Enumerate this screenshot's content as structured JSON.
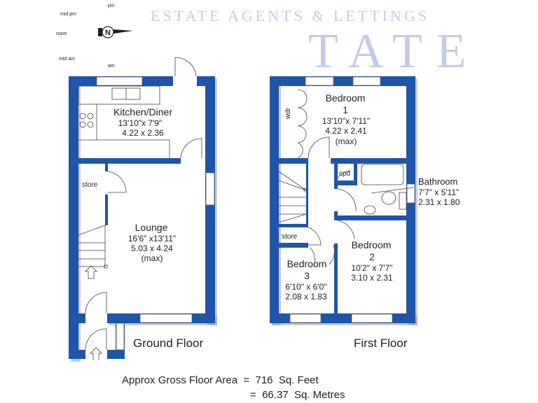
{
  "compass": {
    "labels": [
      "pm",
      "mid pm",
      "noon",
      "mid am",
      "am"
    ],
    "north": "N"
  },
  "watermark": {
    "brand": "TATE",
    "tagline": "ESTATE AGENTS & LETTINGS"
  },
  "ground_floor": {
    "title": "Ground Floor",
    "rooms": [
      {
        "name": "Kitchen/Diner",
        "imperial": "13'10\"x  7'9\"",
        "metric": "4.22  x  2.36"
      },
      {
        "name": "Lounge",
        "imperial": "16'6\" x13'11\"",
        "metric": "5.03  x  4.24",
        "note": "(max)"
      },
      {
        "name": "store"
      }
    ]
  },
  "first_floor": {
    "title": "First Floor",
    "rooms": [
      {
        "name": "Bedroom",
        "number": "1",
        "imperial": "13'10\"x  7'11\"",
        "metric": "4.22  x  2.41",
        "note": "(max)"
      },
      {
        "name": "Bathroom",
        "imperial": "7'7\"  x 5'11\"",
        "metric": "2.31  x  1.80"
      },
      {
        "name": "Bedroom",
        "number": "2",
        "imperial": "10'2\"  x   7'7\"",
        "metric": "3.10  x  2.31"
      },
      {
        "name": "Bedroom",
        "number": "3",
        "imperial": "6'10\"  x   6'0\"",
        "metric": "2.08  x  1.83"
      },
      {
        "name": "store"
      },
      {
        "name": "cpd"
      },
      {
        "name": "wdr"
      }
    ]
  },
  "area": {
    "line1": "Approx Gross Floor Area  =  716  Sq. Feet",
    "line2": "=  66.37  Sq. Metres"
  }
}
